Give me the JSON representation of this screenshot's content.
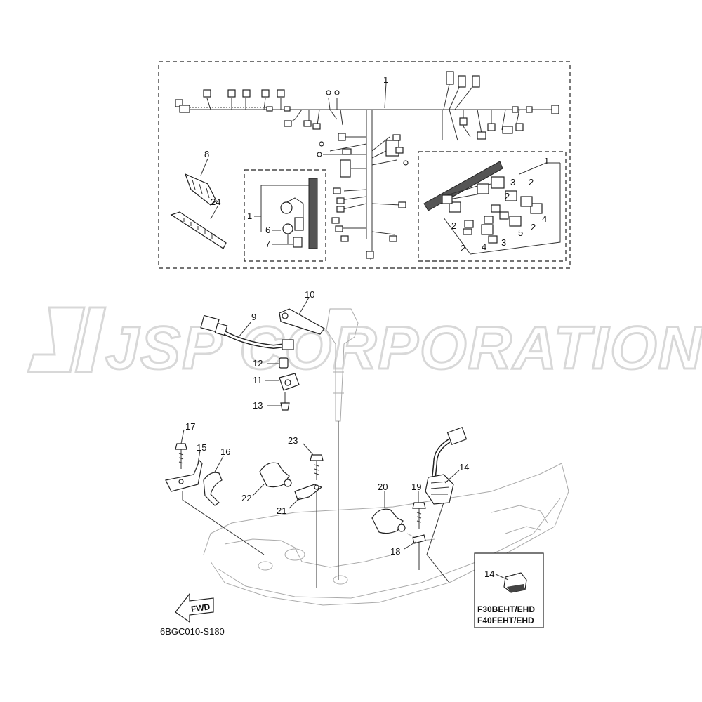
{
  "watermark": "JSP CORPORATION",
  "diagram_code": "6BGC010-S180",
  "fwd_label": "FWD",
  "variant_box": {
    "models": [
      "F30BEHT/EHD",
      "F40FEHT/EHD"
    ],
    "part": "14"
  },
  "callouts": {
    "harness_main": "1",
    "sub_lead_1": "1",
    "sub_lead_6": "6",
    "sub_lead_7": "7",
    "holder_8": "8",
    "band_24": "24",
    "connector_kit_1": "1",
    "kit_2a": "2",
    "kit_3a": "3",
    "kit_2b": "2",
    "kit_4a": "4",
    "kit_2c": "2",
    "kit_2d": "2",
    "kit_4b": "4",
    "kit_3b": "3",
    "kit_5": "5",
    "kit_2e": "2",
    "lead_9": "9",
    "bracket_10": "10",
    "grommet_12": "12",
    "clamp_11": "11",
    "screw_13": "13",
    "bolt_17": "17",
    "bracket_15": "15",
    "clamp_16": "16",
    "bolt_23": "23",
    "holder_22": "22",
    "plate_21": "21",
    "rectifier_14": "14",
    "holder_20": "20",
    "bolt_19": "19",
    "collar_18": "18"
  }
}
